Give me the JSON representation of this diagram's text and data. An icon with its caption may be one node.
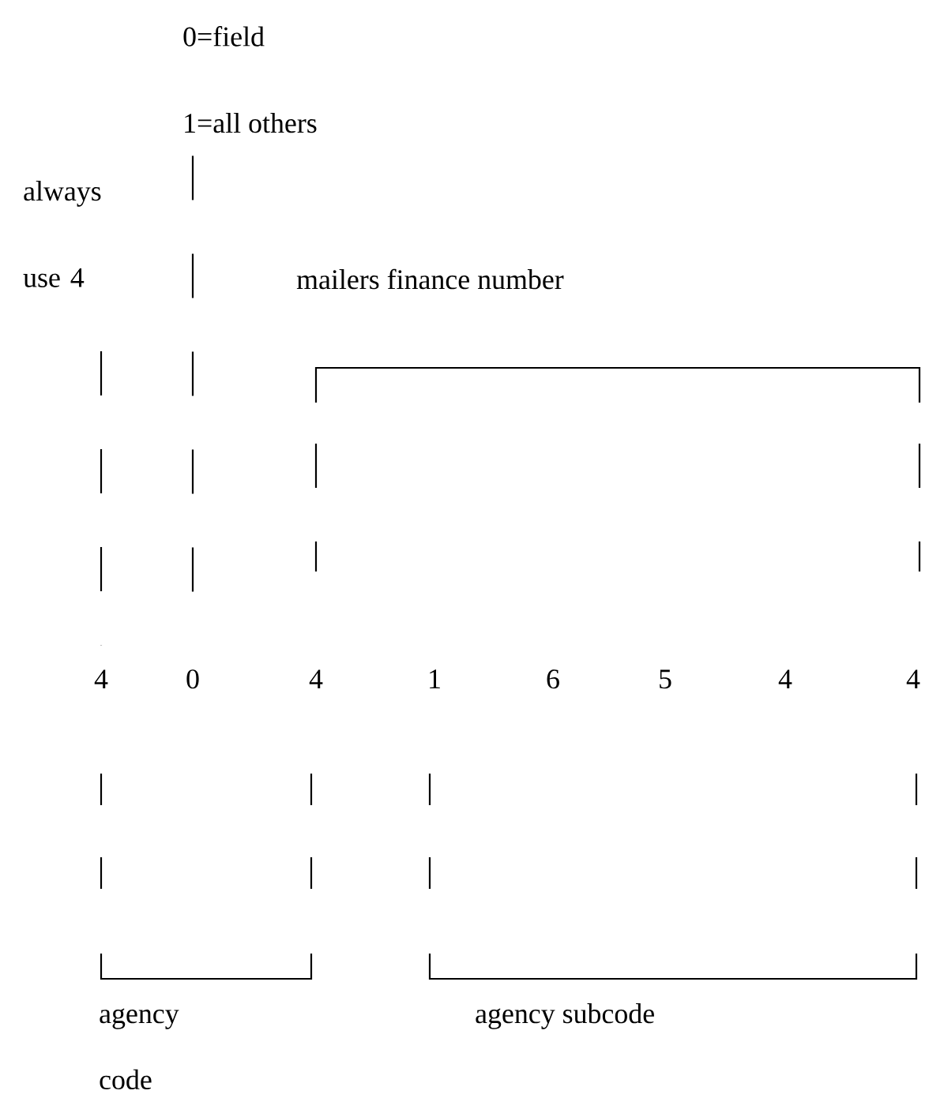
{
  "diagram": {
    "nodes": [
      {
        "text": [
          "0=field",
          "1=all others"
        ]
      },
      {
        "text": [
          "always use 4"
        ]
      },
      {
        "text": [
          "4"
        ]
      },
      {
        "text": [
          "0"
        ]
      },
      {
        "text": [
          "4"
        ]
      },
      {
        "text": [
          "1"
        ]
      },
      {
        "text": [
          "6"
        ]
      },
      {
        "text": [
          "5"
        ]
      },
      {
        "text": [
          "4"
        ]
      },
      {
        "text": [
          "4"
        ]
      }
    ],
    "edges": [
      {
        "from": 1,
        "to": 2,
        "arrow": "none",
        "style": "dashed"
      },
      {
        "from": 0,
        "to": 3,
        "arrow": "none",
        "style": "dashed"
      }
    ],
    "labels": [
      "mailers finance number",
      "agency code",
      "agency subcode"
    ]
  }
}
